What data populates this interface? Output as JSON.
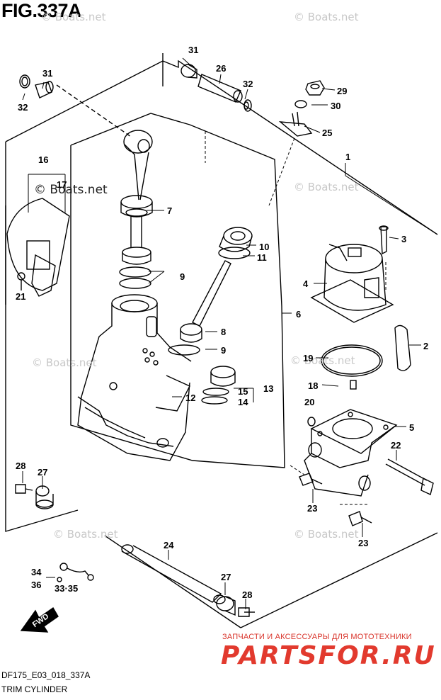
{
  "figure": {
    "title": "FIG.337A",
    "code": "DF175_E03_018_337A",
    "caption": "TRIM CYLINDER"
  },
  "watermarks": [
    "© Boats.net",
    "© Boats.net",
    "© Boats.net",
    "© Boats.net",
    "© Boats.net",
    "© Boats.net",
    "© Boats.net",
    "© Boats.net"
  ],
  "watermark_dark": "© Boats.net",
  "callouts": {
    "c31a": "31",
    "c26": "26",
    "c32a": "32",
    "c31b": "31",
    "c32b": "32",
    "c29": "29",
    "c30": "30",
    "c25": "25",
    "c1": "1",
    "c16": "16",
    "c17": "17",
    "c7": "7",
    "c21": "21",
    "c9a": "9",
    "c10": "10",
    "c11": "11",
    "c3": "3",
    "c4": "4",
    "c6": "6",
    "c8": "8",
    "c9b": "9",
    "c2": "2",
    "c19": "19",
    "c12": "12",
    "c15": "15",
    "c13": "13",
    "c14": "14",
    "c18": "18",
    "c20": "20",
    "c5": "5",
    "c22": "22",
    "c28a": "28",
    "c27a": "27",
    "c23a": "23",
    "c23b": "23",
    "c24": "24",
    "c34": "34",
    "c36": "36",
    "c3335": "33·35",
    "c27b": "27",
    "c28b": "28"
  },
  "fwd_label": "FWD",
  "promo": {
    "tagline": "ЗАПЧАСТИ И АКСЕССУАРЫ ДЛЯ МОТОТЕХНИКИ",
    "logo": "PARTSFOR.RU"
  }
}
